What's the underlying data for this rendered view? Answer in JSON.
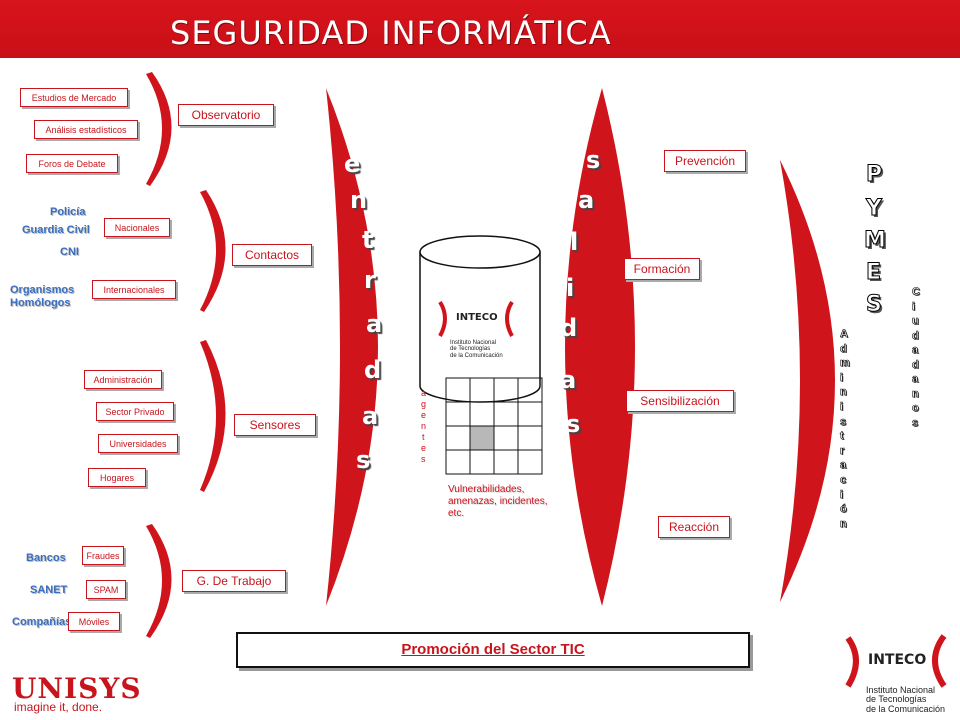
{
  "header": {
    "title": "SEGURIDAD INFORMÁTICA"
  },
  "left_groups": {
    "observatorio": {
      "items": [
        "Estudios de Mercado",
        "Análisis estadísticos",
        "Foros de Debate"
      ],
      "label": "Observatorio"
    },
    "contactos": {
      "side_labels": [
        "Policía",
        "Guardia Civil",
        "CNI",
        "Organismos\nHomólogos"
      ],
      "items": [
        "Nacionales",
        "Internacionales"
      ],
      "label": "Contactos"
    },
    "sensores": {
      "items": [
        "Administración",
        "Sector Privado",
        "Universidades",
        "Hogares"
      ],
      "label": "Sensores"
    },
    "trabajo": {
      "side_labels": [
        "Bancos",
        "SANET",
        "Compañías"
      ],
      "items": [
        "Fraudes",
        "SPAM",
        "Móviles"
      ],
      "label": "G. De Trabajo"
    }
  },
  "entradas_word": "entradas",
  "salidas_word": "salidas",
  "agentes_word": "agentes",
  "center": {
    "logo_text": "INTECO",
    "logo_sub": "Instituto Nacional\nde Tecnologías\nde la Comunicación",
    "vulnerabilities": "Vulnerabilidades,\namenazas, incidentes,\netc."
  },
  "outputs": [
    "Prevención",
    "Formación",
    "Sensibilización",
    "Reacción"
  ],
  "right_vertical": {
    "pymes": "PYMES",
    "ciudadanos": "Ciudadanos",
    "administracion": "Administración"
  },
  "footer": {
    "promo": "Promoción del Sector TIC",
    "brand": "UNISYS",
    "tagline": "imagine it, done.",
    "inteco_logo_text": "INTECO",
    "inteco_logo_sub": "Instituto Nacional\nde Tecnologías\nde la Comunicación"
  },
  "colors": {
    "brand_red": "#c8141c",
    "label_blue": "#3a6fbf"
  }
}
